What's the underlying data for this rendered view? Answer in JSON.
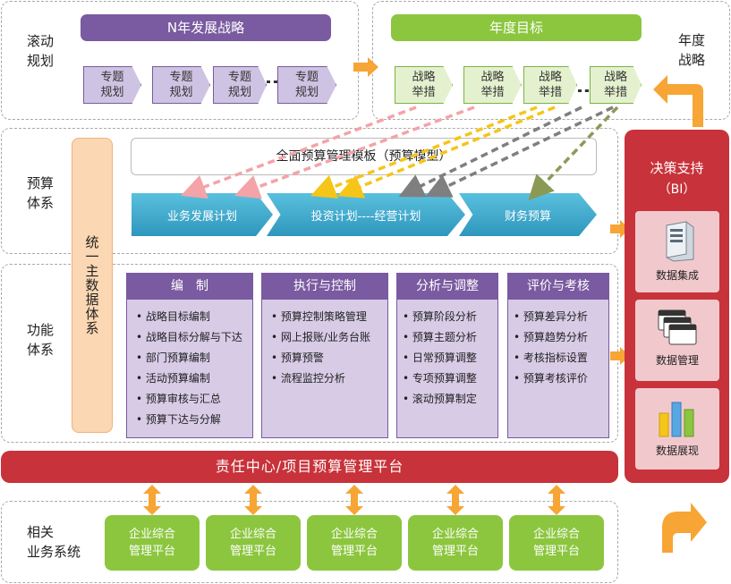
{
  "rows": {
    "rolling": "滚动\n规划",
    "budget": "预算\n体系",
    "function": "功能\n体系",
    "related": "相关\n业务系统"
  },
  "strategy": {
    "n_year": "N年发展战略",
    "topics": [
      "专题\n规划",
      "专题\n规划",
      "专题\n规划",
      "专题\n规划"
    ],
    "annual_goal": "年度目标",
    "measures": [
      "战略\n举措",
      "战略\n举措",
      "战略\n举措",
      "战略\n举措"
    ],
    "annual_strategy": "年度\n战略"
  },
  "budget": {
    "model": "全面预算管理模板（预算模型）",
    "flow": [
      "业务发展计划",
      "投资计划----经营计划",
      "财务预算"
    ]
  },
  "unified": "统一主数据体系",
  "functions": [
    {
      "title": "编　制",
      "items": [
        "战略目标编制",
        "战略目标分解与下达",
        "部门预算编制",
        "活动预算编制",
        "预算审核与汇总",
        "预算下达与分解"
      ]
    },
    {
      "title": "执行与控制",
      "items": [
        "预算控制策略管理",
        "网上报账/业务台账",
        "预算预警",
        "流程监控分析"
      ]
    },
    {
      "title": "分析与调整",
      "items": [
        "预算阶段分析",
        "预算主题分析",
        "日常预算调整",
        "专项预算调整",
        "滚动预算制定"
      ]
    },
    {
      "title": "评价与考核",
      "items": [
        "预算差异分析",
        "预算趋势分析",
        "考核指标设置",
        "预算考核评价"
      ]
    }
  ],
  "decision": {
    "title": "决策支持",
    "subtitle": "（BI）",
    "panels": [
      "数据集成",
      "数据管理",
      "数据展现"
    ]
  },
  "platform": "责任中心/项目预算管理平台",
  "systems": [
    "企业综合\n管理平台",
    "企业综合\n管理平台",
    "企业综合\n管理平台",
    "企业综合\n管理平台",
    "企业综合\n管理平台"
  ],
  "colors": {
    "purple": "#7a5aa0",
    "green": "#8cc63f",
    "red": "#c8323a",
    "teal": "#3aa9c9",
    "orange": "#f7a534"
  }
}
